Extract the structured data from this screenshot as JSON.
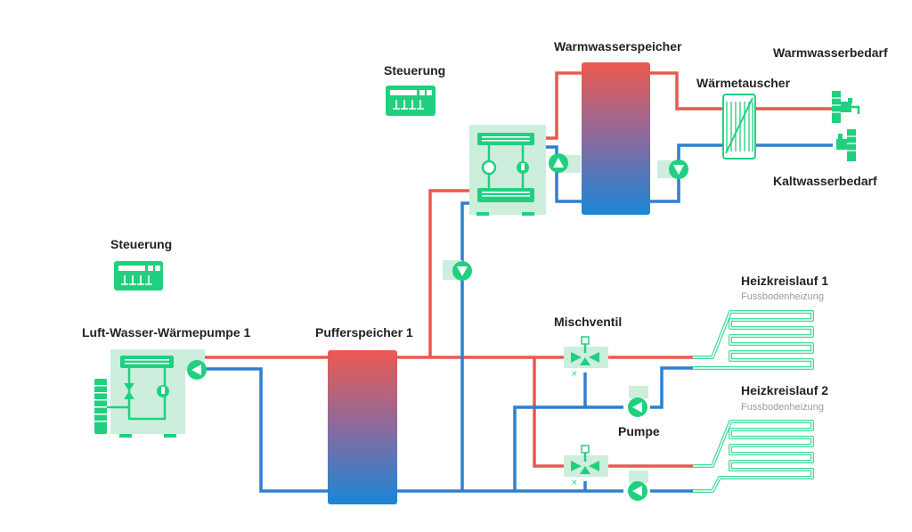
{
  "labels": {
    "heatpump": "Luft-Wasser-Wärmepumpe 1",
    "buffer": "Pufferspeicher 1",
    "control1": "Steuerung",
    "control2": "Steuerung",
    "dhw_tank": "Warmwasserspeicher",
    "heat_exchanger": "Wärmetauscher",
    "hot_demand": "Warmwasserbedarf",
    "cold_demand": "Kaltwasserbedarf",
    "mixing_valve": "Mischventil",
    "pump": "Pumpe",
    "circuit1": "Heizkreislauf 1",
    "circuit1_sub": "Fussbodenheizung",
    "circuit2": "Heizkreislauf 2",
    "circuit2_sub": "Fussbodenheizung"
  },
  "colors": {
    "hot": "#e8594f",
    "cold": "#2f7fd0",
    "component": "#1fd07f",
    "component_bg": "#cdeedd"
  }
}
